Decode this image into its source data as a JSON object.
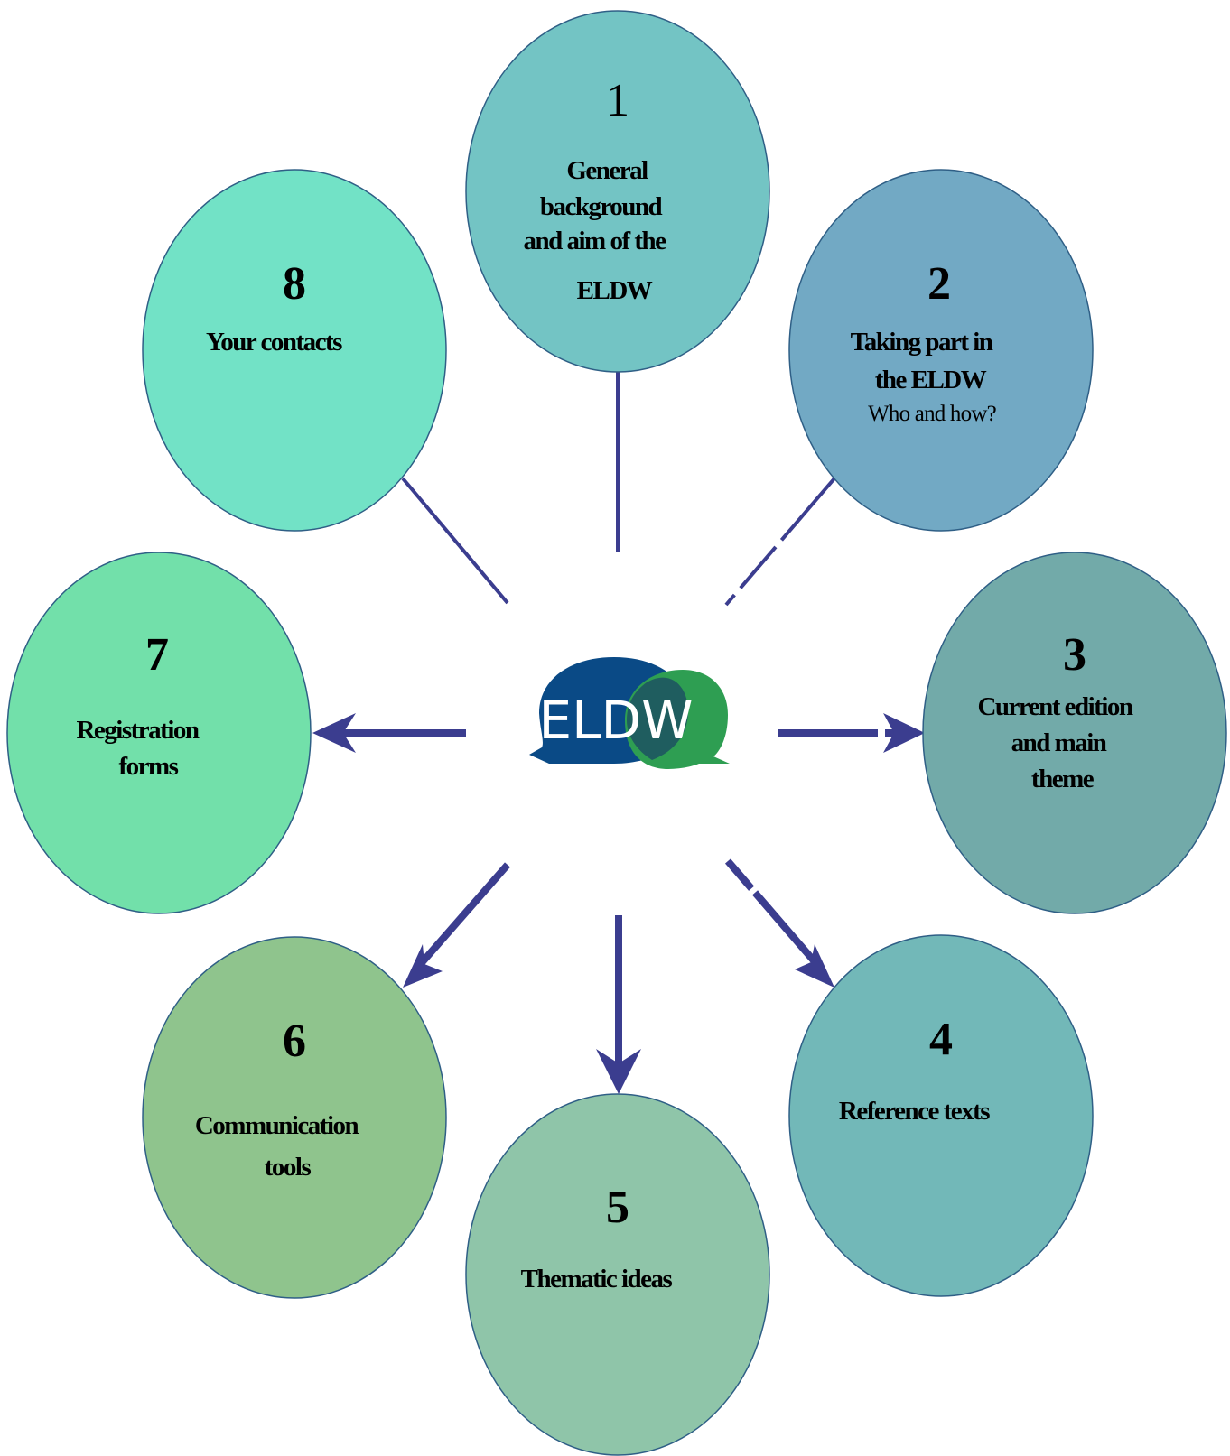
{
  "center_logo": {
    "text": "ELDW",
    "colors": {
      "blue": "#0a4a86",
      "green": "#2e9e52",
      "overlap": "#1f5d5f"
    }
  },
  "nodes": [
    {
      "id": 1,
      "number": "1",
      "lines": [
        "General",
        "background",
        "and aim of the",
        "ELDW"
      ],
      "sublines": [],
      "color": "#73c4c4"
    },
    {
      "id": 2,
      "number": "2",
      "lines": [
        "Taking part in",
        "the ELDW"
      ],
      "sublines": [
        "Who and how?"
      ],
      "color": "#72a9c4"
    },
    {
      "id": 3,
      "number": "3",
      "lines": [
        "Current edition",
        "and main",
        "theme"
      ],
      "sublines": [],
      "color": "#72aaa9"
    },
    {
      "id": 4,
      "number": "4",
      "lines": [
        "Reference texts"
      ],
      "sublines": [],
      "color": "#72b8b8"
    },
    {
      "id": 5,
      "number": "5",
      "lines": [
        "Thematic ideas"
      ],
      "sublines": [],
      "color": "#8fc5a9"
    },
    {
      "id": 6,
      "number": "6",
      "lines": [
        "Communication",
        "tools"
      ],
      "sublines": [],
      "color": "#8fc48d"
    },
    {
      "id": 7,
      "number": "7",
      "lines": [
        "Registration",
        "forms"
      ],
      "sublines": [],
      "color": "#72e0aa"
    },
    {
      "id": 8,
      "number": "8",
      "lines": [
        "Your contacts"
      ],
      "sublines": [],
      "color": "#72e2c6"
    }
  ]
}
